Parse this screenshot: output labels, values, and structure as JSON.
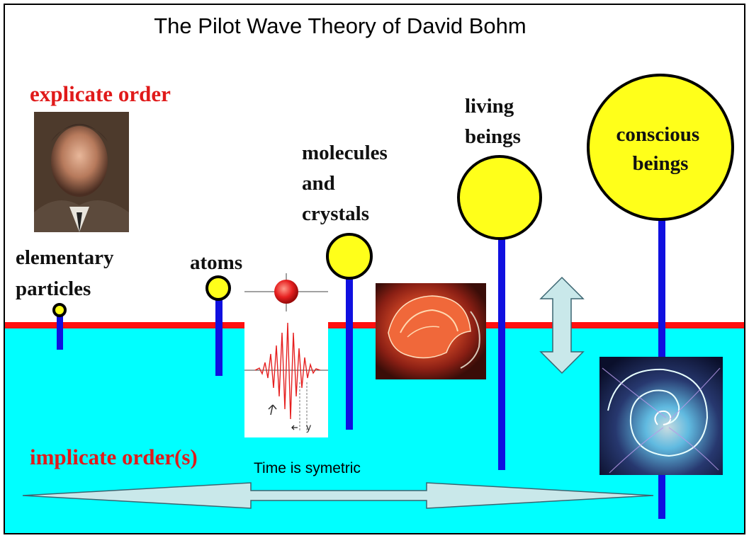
{
  "title": "The Pilot Wave Theory of David Bohm",
  "labels": {
    "explicate": "explicate order",
    "implicate": "implicate order(s)",
    "time": "Time is symetric",
    "elementary": [
      "elementary",
      "particles"
    ],
    "atoms": "atoms",
    "molecules": [
      "molecules",
      "and",
      "crystals"
    ],
    "living": [
      "living",
      "beings"
    ],
    "conscious": [
      "conscious",
      "beings"
    ],
    "wave_y": "y"
  },
  "colors": {
    "explicate_line": "#ff1010",
    "implicate_region": "#00ffff",
    "stem": "#1010e0",
    "bubble": "#ffff1a",
    "arrow_fill": "#c9e8ea",
    "label_red": "#e01a1a"
  },
  "images": {
    "portrait": "portrait of David Bohm",
    "brain": "sagittal brain illustration",
    "fractal": "spiral fractal image",
    "wave": "wave packet plot"
  }
}
